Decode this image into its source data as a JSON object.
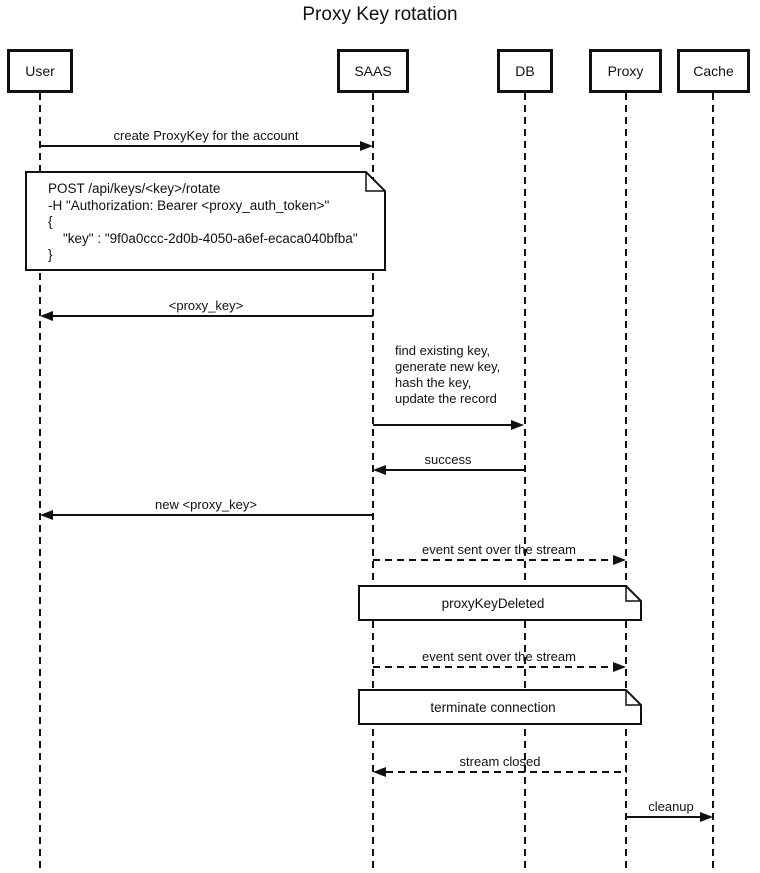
{
  "title": "Proxy Key rotation",
  "actors": [
    {
      "label": "User"
    },
    {
      "label": "SAAS"
    },
    {
      "label": "DB"
    },
    {
      "label": "Proxy"
    },
    {
      "label": "Cache"
    }
  ],
  "messages": [
    {
      "label": "create ProxyKey for the account",
      "from": "User",
      "to": "SAAS",
      "line": "solid"
    },
    {
      "label": "<proxy_key>",
      "from": "SAAS",
      "to": "User",
      "line": "solid"
    },
    {
      "from": "SAAS",
      "to": "DB",
      "line": "solid",
      "lines": [
        "find existing key,",
        "generate new key,",
        "hash the key,",
        "update the record"
      ]
    },
    {
      "label": "success",
      "from": "DB",
      "to": "SAAS",
      "line": "solid"
    },
    {
      "label": "new <proxy_key>",
      "from": "SAAS",
      "to": "User",
      "line": "solid"
    },
    {
      "label": "event sent over the stream",
      "from": "SAAS",
      "to": "Proxy",
      "line": "dashed"
    },
    {
      "label": "event sent over the stream",
      "from": "SAAS",
      "to": "Proxy",
      "line": "dashed"
    },
    {
      "label": "stream closed",
      "from": "Proxy",
      "to": "SAAS",
      "line": "dashed"
    },
    {
      "label": "cleanup",
      "from": "Proxy",
      "to": "Cache",
      "line": "solid"
    }
  ],
  "notes": [
    {
      "over": [
        "User",
        "SAAS"
      ],
      "lines": [
        "POST /api/keys/<key>/rotate",
        "-H \"Authorization: Bearer <proxy_auth_token>\"",
        "{",
        "    \"key\" : \"9f0a0ccc-2d0b-4050-a6ef-ecaca040bfba\"",
        "}"
      ]
    },
    {
      "over": [
        "SAAS",
        "Proxy"
      ],
      "label": "proxyKeyDeleted"
    },
    {
      "over": [
        "SAAS",
        "Proxy"
      ],
      "label": "terminate connection"
    }
  ],
  "colors": {
    "line": "#111111",
    "text": "#111111",
    "background": "#ffffff"
  }
}
